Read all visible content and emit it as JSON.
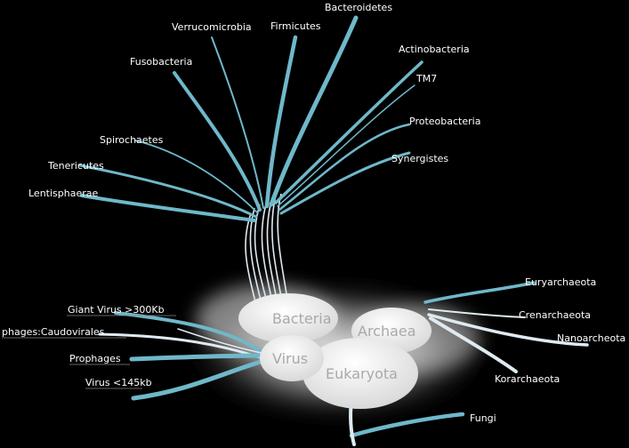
{
  "domains": {
    "bacteria": "Bacteria",
    "archaea": "Archaea",
    "virus": "Virus",
    "eukaryota": "Eukaryota"
  },
  "phyla": {
    "bacteroidetes": "Bacteroidetes",
    "firmicutes": "Firmicutes",
    "verrucomicrobia": "Verrucomicrobia",
    "fusobacteria": "Fusobacteria",
    "actinobacteria": "Actinobacteria",
    "tm7": "TM7",
    "proteobacteria": "Proteobacteria",
    "spirochaetes": "Spirochaetes",
    "synergistes": "Synergistes",
    "tenericutes": "Tenericutes",
    "lentisphaerae": "Lentisphaerae",
    "euryarchaeota": "Euryarchaeota",
    "crenarchaeota": "Crenarchaeota",
    "nanoarcheota": "Nanoarcheota",
    "korarchaeota": "Korarchaeota",
    "giant_virus": "Giant Virus >300Kb",
    "caudovirales": "phages:Caudovirales",
    "prophages": "Prophages",
    "virus_small": "Virus <145kb",
    "fungi": "Fungi"
  },
  "colors": {
    "background": "#000000",
    "branch": "#6fb8c9",
    "branch_light": "#dfeaf0",
    "blob": "#e6e6e6",
    "domain_text": "#a9a9a9"
  }
}
